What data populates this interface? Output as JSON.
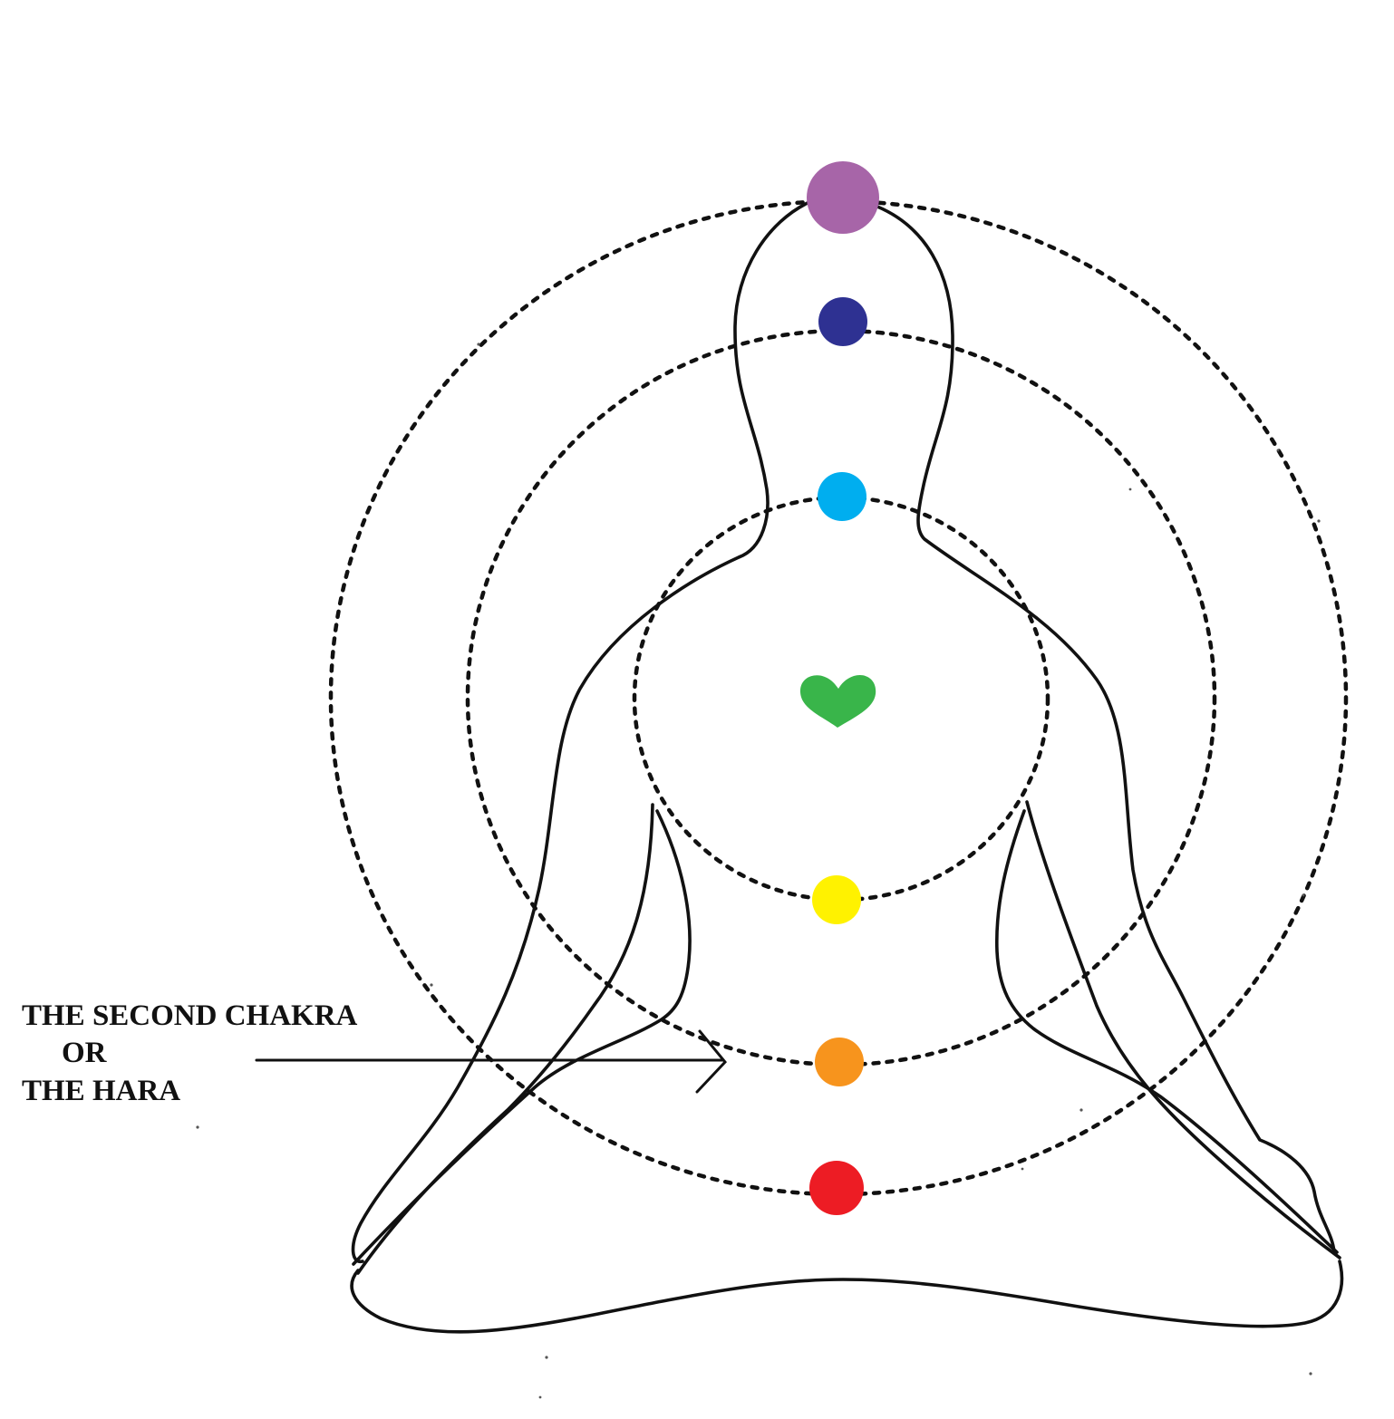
{
  "annotation": {
    "lines": [
      "THE SECOND CHAKRA",
      "OR",
      "THE HARA"
    ]
  },
  "chakras": [
    {
      "name": "crown",
      "color": "#A765A8"
    },
    {
      "name": "third-eye",
      "color": "#2E3192"
    },
    {
      "name": "throat",
      "color": "#00AEEF"
    },
    {
      "name": "heart",
      "color": "#39B54A"
    },
    {
      "name": "solar-plexus",
      "color": "#FFF200"
    },
    {
      "name": "sacral",
      "color": "#F7941D"
    },
    {
      "name": "root",
      "color": "#ED1C24"
    }
  ],
  "colors": {
    "line": "#111111",
    "background": "#FFFFFF"
  }
}
